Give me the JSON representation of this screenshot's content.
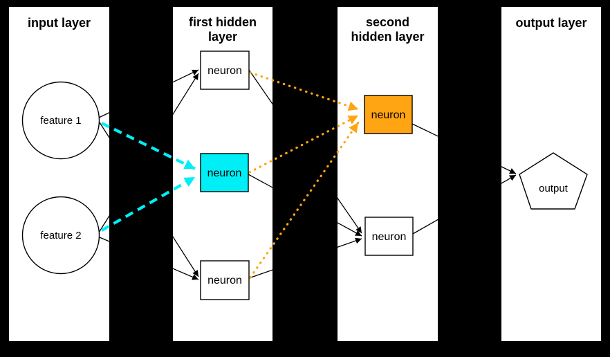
{
  "diagram": {
    "kind": "neural-network-architecture",
    "layers": [
      {
        "id": "input",
        "title_line1": "input layer",
        "title_line2": ""
      },
      {
        "id": "first-hidden",
        "title_line1": "first hidden",
        "title_line2": "layer"
      },
      {
        "id": "second-hidden",
        "title_line1": "second",
        "title_line2": "hidden layer"
      },
      {
        "id": "output",
        "title_line1": "output layer",
        "title_line2": ""
      }
    ],
    "nodes": {
      "feature1": {
        "label": "feature 1",
        "shape": "circle",
        "layer": "input"
      },
      "feature2": {
        "label": "feature 2",
        "shape": "circle",
        "layer": "input"
      },
      "h1_top": {
        "label": "neuron",
        "shape": "rect",
        "layer": "first-hidden"
      },
      "h1_mid": {
        "label": "neuron",
        "shape": "rect",
        "layer": "first-hidden",
        "highlight": "cyan"
      },
      "h1_bot": {
        "label": "neuron",
        "shape": "rect",
        "layer": "first-hidden"
      },
      "h2_top": {
        "label": "neuron",
        "shape": "rect",
        "layer": "second-hidden",
        "highlight": "orange"
      },
      "h2_bot": {
        "label": "neuron",
        "shape": "rect",
        "layer": "second-hidden"
      },
      "output": {
        "label": "output",
        "shape": "pentagon",
        "layer": "output"
      }
    },
    "edges": [
      {
        "from": "feature1",
        "to": "h1_top",
        "style": "solid-black"
      },
      {
        "from": "feature1",
        "to": "h1_mid",
        "style": "dashed-cyan"
      },
      {
        "from": "feature1",
        "to": "h1_bot",
        "style": "solid-black"
      },
      {
        "from": "feature2",
        "to": "h1_top",
        "style": "solid-black"
      },
      {
        "from": "feature2",
        "to": "h1_mid",
        "style": "dashed-cyan"
      },
      {
        "from": "feature2",
        "to": "h1_bot",
        "style": "solid-black"
      },
      {
        "from": "h1_top",
        "to": "h2_top",
        "style": "dotted-orange"
      },
      {
        "from": "h1_top",
        "to": "h2_bot",
        "style": "solid-black"
      },
      {
        "from": "h1_mid",
        "to": "h2_top",
        "style": "dotted-orange"
      },
      {
        "from": "h1_mid",
        "to": "h2_bot",
        "style": "solid-black"
      },
      {
        "from": "h1_bot",
        "to": "h2_top",
        "style": "dotted-orange"
      },
      {
        "from": "h1_bot",
        "to": "h2_bot",
        "style": "solid-black"
      },
      {
        "from": "h2_top",
        "to": "output",
        "style": "solid-black"
      },
      {
        "from": "h2_bot",
        "to": "output",
        "style": "solid-black"
      }
    ]
  },
  "colors": {
    "background": "#000000",
    "panel": "#ffffff",
    "edge_black": "#000000",
    "cyan": "#00eef5",
    "orange": "#ffa413"
  }
}
